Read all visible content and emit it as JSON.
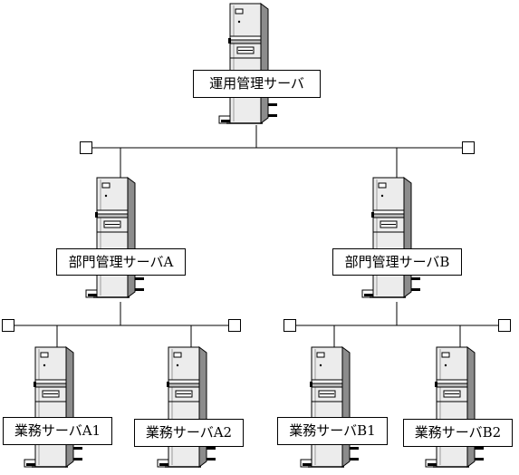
{
  "servers": {
    "ops": "運用管理サーバ",
    "deptA": "部門管理サーバA",
    "deptB": "部門管理サーバB",
    "a1": "業務サーバA1",
    "a2": "業務サーバA2",
    "b1": "業務サーバB1",
    "b2": "業務サーバB2"
  },
  "icons": {
    "server": "tower-server-icon",
    "terminator": "network-terminator-icon"
  },
  "colors": {
    "line": "#000000",
    "case_front": "#ececec",
    "case_side": "#8c8c8c",
    "background": "#ffffff"
  }
}
